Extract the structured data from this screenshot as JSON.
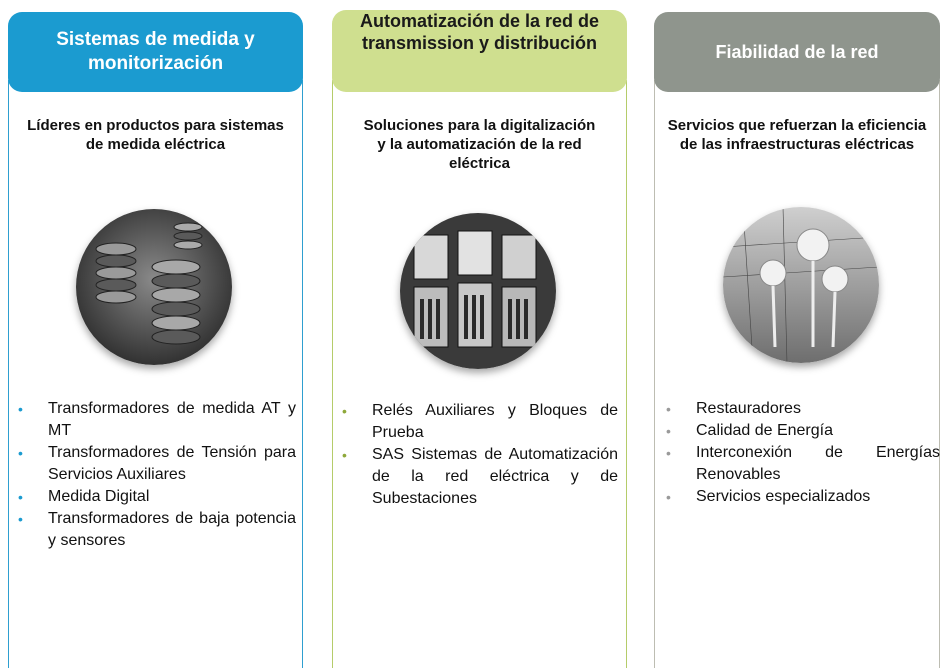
{
  "columns": [
    {
      "header": "Sistemas de medida y monitorización",
      "subtitle": "Líderes en productos para sistemas de medida eléctrica",
      "image_icon": "insulator-photo-icon",
      "items": [
        "Transformadores de medida AT y MT",
        "Transformadores de Tensión para Servicios Auxiliares",
        "Medida Digital",
        "Transformadores de baja potencia y sensores"
      ]
    },
    {
      "header": "Automatización de la red de transmission y distribución",
      "subtitle": "Soluciones para la digitalización y la automatización de la red eléctrica",
      "image_icon": "relay-modules-photo-icon",
      "items": [
        "Relés Auxiliares y Bloques de Prueba",
        "SAS Sistemas de Automatización de la red eléctrica y de Subestaciones"
      ]
    },
    {
      "header": "Fiabilidad de la red",
      "subtitle": "Servicios que refuerzan la eficiencia de las infraestructuras eléctricas",
      "image_icon": "high-voltage-lab-photo-icon",
      "items": [
        "Restauradores",
        "Calidad de Energía",
        "Interconexión de Energías Renovables",
        "Servicios especializados"
      ]
    }
  ],
  "colors": {
    "col1_accent": "#1b9bd0",
    "col2_accent": "#cfdf8f",
    "col3_accent": "#8f958d"
  }
}
